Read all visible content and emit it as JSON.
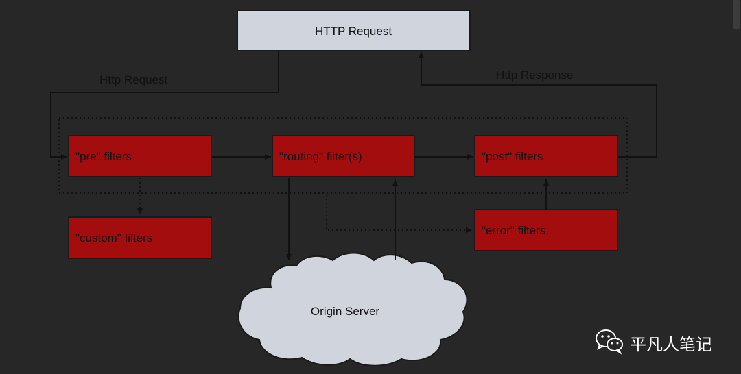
{
  "diagram": {
    "http_request_box": "HTTP Request",
    "pre_filters": "\"pre\" filters",
    "routing_filters": "\"routing\" filter(s)",
    "post_filters": "\"post\" filters",
    "custom_filters": "\"custom\" filters",
    "error_filters": "\"error\" filters",
    "origin_server": "Origin Server",
    "edge_request_label": "Http Request",
    "edge_response_label": "Http Response"
  },
  "colors": {
    "background": "#272727",
    "filter_box": "#a30d0d",
    "request_box": "#d0d5dd",
    "cloud": "#d0d5dd"
  },
  "watermark": {
    "icon": "wechat-icon",
    "text": "平凡人笔记"
  }
}
